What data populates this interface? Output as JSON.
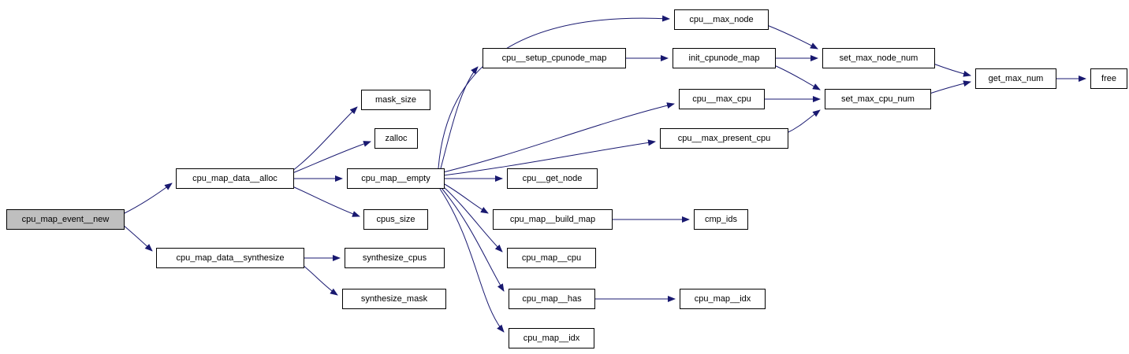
{
  "diagram": {
    "type": "call-graph",
    "background_color": "#ffffff",
    "edge_color": "#191970",
    "node_fill": "#ffffff",
    "node_border": "#000000",
    "highlight_fill": "#bfbfbf",
    "nodes": {
      "cpu_map_event_new": "cpu_map_event__new",
      "cpu_map_data_alloc": "cpu_map_data__alloc",
      "cpu_map_data_synthesize": "cpu_map_data__synthesize",
      "mask_size": "mask_size",
      "zalloc": "zalloc",
      "cpu_map_empty": "cpu_map__empty",
      "cpus_size": "cpus_size",
      "synthesize_cpus": "synthesize_cpus",
      "synthesize_mask": "synthesize_mask",
      "cpu_max_node": "cpu__max_node",
      "cpu_setup_cpunode_map": "cpu__setup_cpunode_map",
      "init_cpunode_map": "init_cpunode_map",
      "set_max_node_num": "set_max_node_num",
      "cpu_max_cpu": "cpu__max_cpu",
      "set_max_cpu_num": "set_max_cpu_num",
      "get_max_num": "get_max_num",
      "free": "free",
      "cpu_max_present_cpu": "cpu__max_present_cpu",
      "cpu_get_node": "cpu__get_node",
      "cpu_map_build_map": "cpu_map__build_map",
      "cmp_ids": "cmp_ids",
      "cpu_map_cpu": "cpu_map__cpu",
      "cpu_map_has": "cpu_map__has",
      "cpu_map_idx": "cpu_map__idx",
      "cpu_map_idx2": "cpu_map__idx"
    },
    "edges": [
      {
        "from": "cpu_map_event__new",
        "to": "cpu_map_data__alloc"
      },
      {
        "from": "cpu_map_event__new",
        "to": "cpu_map_data__synthesize"
      },
      {
        "from": "cpu_map_data__alloc",
        "to": "mask_size"
      },
      {
        "from": "cpu_map_data__alloc",
        "to": "zalloc"
      },
      {
        "from": "cpu_map_data__alloc",
        "to": "cpu_map__empty"
      },
      {
        "from": "cpu_map_data__alloc",
        "to": "cpus_size"
      },
      {
        "from": "cpu_map_data__synthesize",
        "to": "synthesize_cpus"
      },
      {
        "from": "cpu_map_data__synthesize",
        "to": "synthesize_mask"
      },
      {
        "from": "cpu_map__empty",
        "to": "cpu__max_node"
      },
      {
        "from": "cpu_map__empty",
        "to": "cpu__setup_cpunode_map"
      },
      {
        "from": "cpu_map__empty",
        "to": "cpu__max_cpu"
      },
      {
        "from": "cpu_map__empty",
        "to": "cpu__max_present_cpu"
      },
      {
        "from": "cpu_map__empty",
        "to": "cpu__get_node"
      },
      {
        "from": "cpu_map__empty",
        "to": "cpu_map__build_map"
      },
      {
        "from": "cpu_map__empty",
        "to": "cpu_map__cpu"
      },
      {
        "from": "cpu_map__empty",
        "to": "cpu_map__has"
      },
      {
        "from": "cpu_map__empty",
        "to": "cpu_map__idx"
      },
      {
        "from": "cpu__setup_cpunode_map",
        "to": "init_cpunode_map"
      },
      {
        "from": "cpu__max_node",
        "to": "set_max_node_num"
      },
      {
        "from": "init_cpunode_map",
        "to": "set_max_node_num"
      },
      {
        "from": "init_cpunode_map",
        "to": "set_max_cpu_num"
      },
      {
        "from": "cpu__max_cpu",
        "to": "set_max_cpu_num"
      },
      {
        "from": "cpu__max_present_cpu",
        "to": "set_max_cpu_num"
      },
      {
        "from": "set_max_node_num",
        "to": "get_max_num"
      },
      {
        "from": "set_max_cpu_num",
        "to": "get_max_num"
      },
      {
        "from": "get_max_num",
        "to": "free"
      },
      {
        "from": "cpu_map__build_map",
        "to": "cmp_ids"
      },
      {
        "from": "cpu_map__has",
        "to": "cpu_map__idx"
      }
    ]
  }
}
